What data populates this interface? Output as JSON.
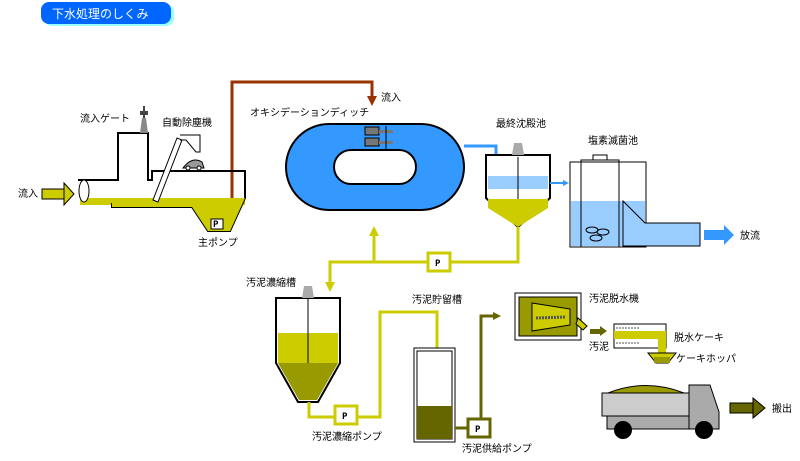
{
  "title": "下水処理のしくみ",
  "colors": {
    "sludge": "#cccc00",
    "sludge_dark": "#999900",
    "sludge_darker": "#666600",
    "water": "#3399ff",
    "water_light": "#99ccff",
    "raw_pipe": "#993300",
    "title_bg": "#0066ff"
  },
  "labels": {
    "inflow_left": "流入",
    "inflow_gate": "流入ゲート",
    "auto_screen": "自動除塵機",
    "main_pump": "主ポンプ",
    "oxidation_ditch": "オキシデーションディッチ",
    "inflow_top": "流入",
    "final_settling": "最終沈殿池",
    "chlorine_tank": "塩素滅菌池",
    "discharge": "放流",
    "sludge_thickener": "汚泥濃縮槽",
    "sludge_storage": "汚泥貯留槽",
    "sludge_dewatering": "汚泥脱水機",
    "sludge": "汚泥",
    "dewatered_cake": "脱水ケーキ",
    "cake_hopper": "ケーキホッパ",
    "thickener_pump": "汚泥濃縮ポンプ",
    "feed_pump": "汚泥供給ポンプ",
    "carry_out": "搬出",
    "pump_symbol": "P"
  }
}
